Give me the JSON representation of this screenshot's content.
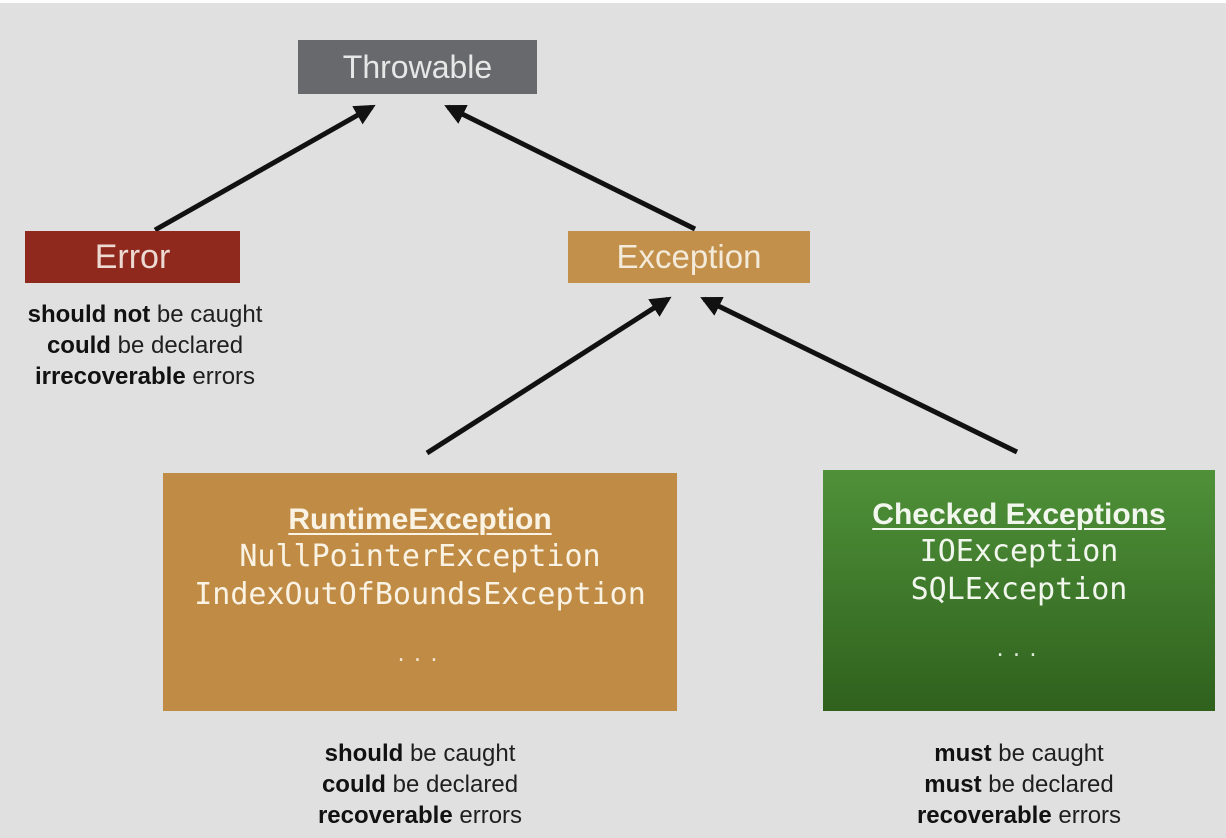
{
  "diagram": {
    "title_semantic": "java-throwable-hierarchy",
    "background_color": "#e0e0e1",
    "arrow_color": "#111111"
  },
  "nodes": {
    "throwable": {
      "label": "Throwable",
      "bg": "#67696c"
    },
    "error": {
      "label": "Error",
      "bg": "#90291d"
    },
    "exception": {
      "label": "Exception",
      "bg": "#c2904b"
    },
    "runtime": {
      "title": "RuntimeException",
      "examples": [
        "NullPointerException",
        "IndexOutOfBoundsException"
      ],
      "ellipsis": "...",
      "bg": "#bf8b45"
    },
    "checked": {
      "title": "Checked Exceptions",
      "examples": [
        "IOException",
        "SQLException"
      ],
      "ellipsis": "...",
      "bg_top": "#4f9139",
      "bg_bottom": "#2f611d"
    }
  },
  "captions": {
    "error": {
      "lines": [
        {
          "b": "should not",
          "r": " be caught"
        },
        {
          "b": "could",
          "r": " be declared"
        },
        {
          "b": "irrecoverable",
          "r": " errors"
        }
      ]
    },
    "runtime": {
      "lines": [
        {
          "b": "should",
          "r": " be caught"
        },
        {
          "b": "could",
          "r": " be declared"
        },
        {
          "b": "recoverable",
          "r": " errors"
        }
      ]
    },
    "checked": {
      "lines": [
        {
          "b": "must",
          "r": " be caught"
        },
        {
          "b": "must",
          "r": " be declared"
        },
        {
          "b": "recoverable",
          "r": " errors"
        }
      ]
    }
  },
  "edges": [
    {
      "from": "Error",
      "to": "Throwable"
    },
    {
      "from": "Exception",
      "to": "Throwable"
    },
    {
      "from": "RuntimeException",
      "to": "Exception"
    },
    {
      "from": "Checked Exceptions",
      "to": "Exception"
    }
  ]
}
